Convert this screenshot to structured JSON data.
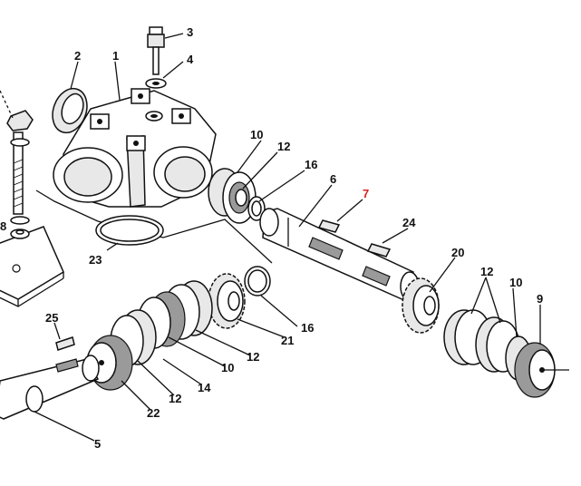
{
  "labels": {
    "l1": "1",
    "l2": "2",
    "l3": "3",
    "l4": "4",
    "l5": "5",
    "l6": "6",
    "l7": "7",
    "l8": "8",
    "l9": "9",
    "l10a": "10",
    "l10b": "10",
    "l10c": "10",
    "l12a": "12",
    "l12b": "12",
    "l12c": "12",
    "l12d": "12",
    "l14": "14",
    "l16a": "16",
    "l16b": "16",
    "l20": "20",
    "l21": "21",
    "l22": "22",
    "l23": "23",
    "l24": "24",
    "l25": "25"
  },
  "colors": {
    "highlight_label": "#d6231f",
    "line": "#111111"
  }
}
